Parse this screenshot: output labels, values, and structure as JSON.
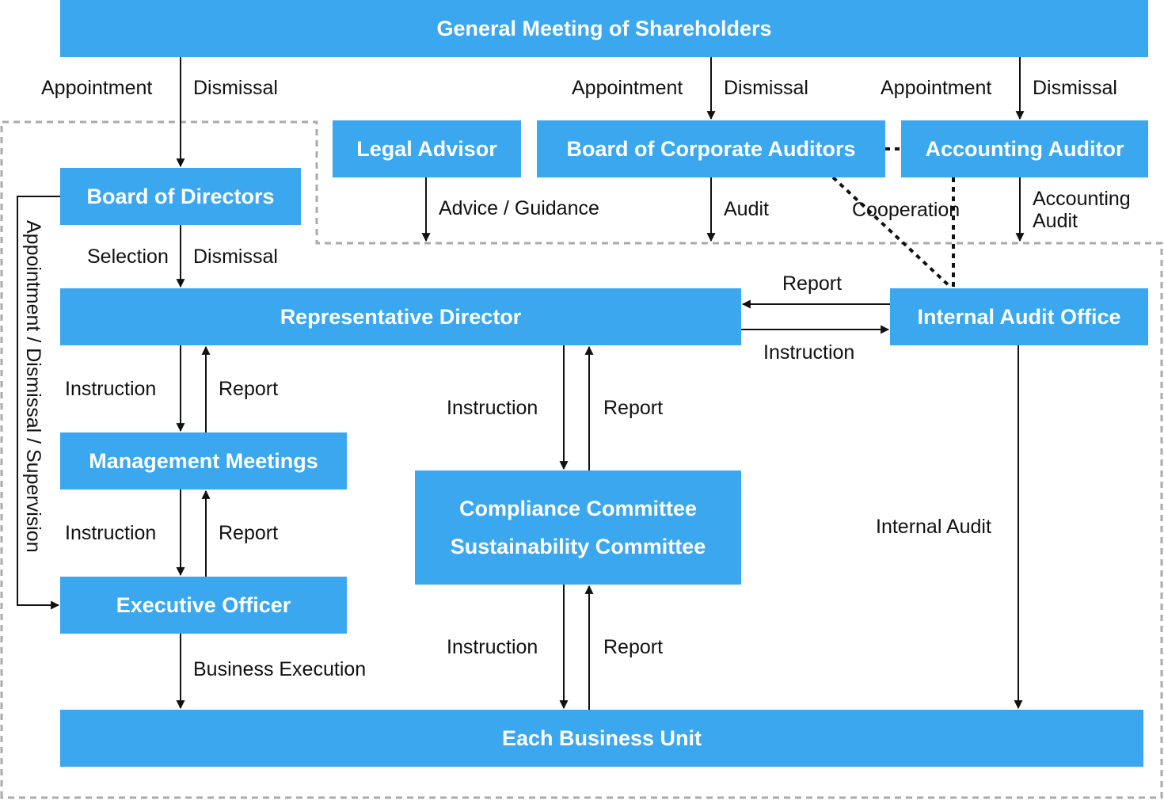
{
  "boxes": {
    "shareholders": "General Meeting of Shareholders",
    "legal_advisor": "Legal Advisor",
    "corporate_auditors": "Board of Corporate Auditors",
    "accounting_auditor": "Accounting Auditor",
    "board_of_directors": "Board of Directors",
    "representative_director": "Representative Director",
    "internal_audit_office": "Internal Audit Office",
    "management_meetings": "Management Meetings",
    "compliance_committee": "Compliance Committee",
    "sustainability_committee": "Sustainability Committee",
    "executive_officer": "Executive Officer",
    "business_unit": "Each Business Unit"
  },
  "labels": {
    "appointment_1": "Appointment",
    "dismissal_1": "Dismissal",
    "appointment_2": "Appointment",
    "dismissal_2": "Dismissal",
    "appointment_3": "Appointment",
    "dismissal_3": "Dismissal",
    "advice_guidance": "Advice / Guidance",
    "audit": "Audit",
    "cooperation": "Cooperation",
    "accounting_audit_line1": "Accounting",
    "accounting_audit_line2": "Audit",
    "selection": "Selection",
    "dismissal_4": "Dismissal",
    "report_ia": "Report",
    "instruction_ia": "Instruction",
    "instruction_1": "Instruction",
    "report_1": "Report",
    "instruction_2": "Instruction",
    "report_2": "Report",
    "instruction_3": "Instruction",
    "report_3": "Report",
    "instruction_4": "Instruction",
    "report_4": "Report",
    "business_execution": "Business Execution",
    "internal_audit": "Internal Audit",
    "appointment_dismissal_supervision": "Appointment / Dismissal / Supervision"
  },
  "colors": {
    "box_fill": "#3aa7ee",
    "box_text": "#ffffff",
    "line": "#111111",
    "dashed_border": "#aaaaaa"
  }
}
